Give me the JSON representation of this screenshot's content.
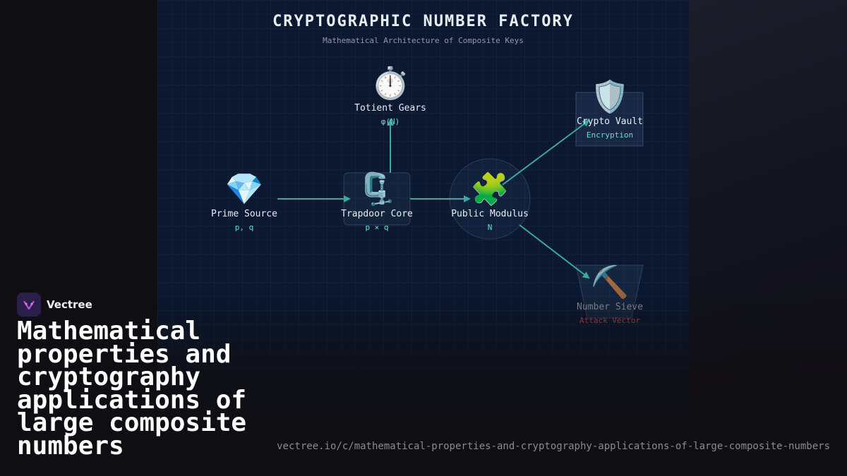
{
  "diagram": {
    "title": "CRYPTOGRAPHIC NUMBER FACTORY",
    "subtitle": "Mathematical Architecture of Composite Keys",
    "nodes": {
      "prime_source": {
        "icon": "💎",
        "label": "Prime Source",
        "sub": "p, q"
      },
      "trapdoor_core": {
        "icon": "🗜️",
        "label": "Trapdoor Core",
        "sub": "p × q"
      },
      "totient_gears": {
        "icon": "⏱️",
        "label": "Totient Gears",
        "sub": "φ(N)"
      },
      "public_modulus": {
        "icon": "🧩",
        "label": "Public Modulus",
        "sub": "N"
      },
      "crypto_vault": {
        "icon": "🛡️",
        "label": "Crypto Vault",
        "sub": "Encryption"
      },
      "number_sieve": {
        "icon": "⛏️",
        "label": "Number Sieve",
        "sub": "Attack Vector"
      }
    },
    "colors": {
      "link": "#3aa89a",
      "accent": "#5fe0cc",
      "attack": "#b34a4a",
      "panel": "#0b1830"
    }
  },
  "brand": {
    "name": "Vectree",
    "logo_icon": "vectree-logo-icon"
  },
  "headline": "Mathematical properties and cryptography applications of large composite numbers",
  "url": "vectree.io/c/mathematical-properties-and-cryptography-applications-of-large-composite-numbers"
}
